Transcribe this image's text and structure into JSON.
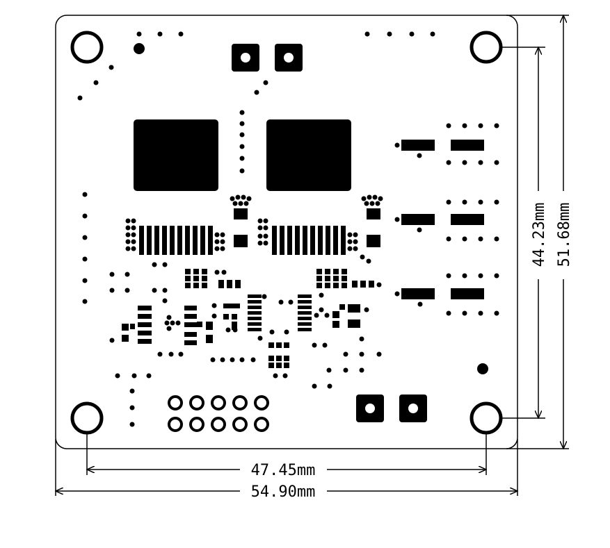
{
  "drawing": {
    "ink_color": "#000000",
    "background_color": "#ffffff",
    "dimensions": {
      "hole_spacing_horizontal": "47.45mm",
      "board_width": "54.90mm",
      "hole_spacing_vertical": "44.23mm",
      "board_height": "51.68mm"
    },
    "mounting_holes": 4,
    "header_pads": 10,
    "square_pads": 4,
    "qfn_packages": 2,
    "fine_pitch_connectors": 2
  }
}
